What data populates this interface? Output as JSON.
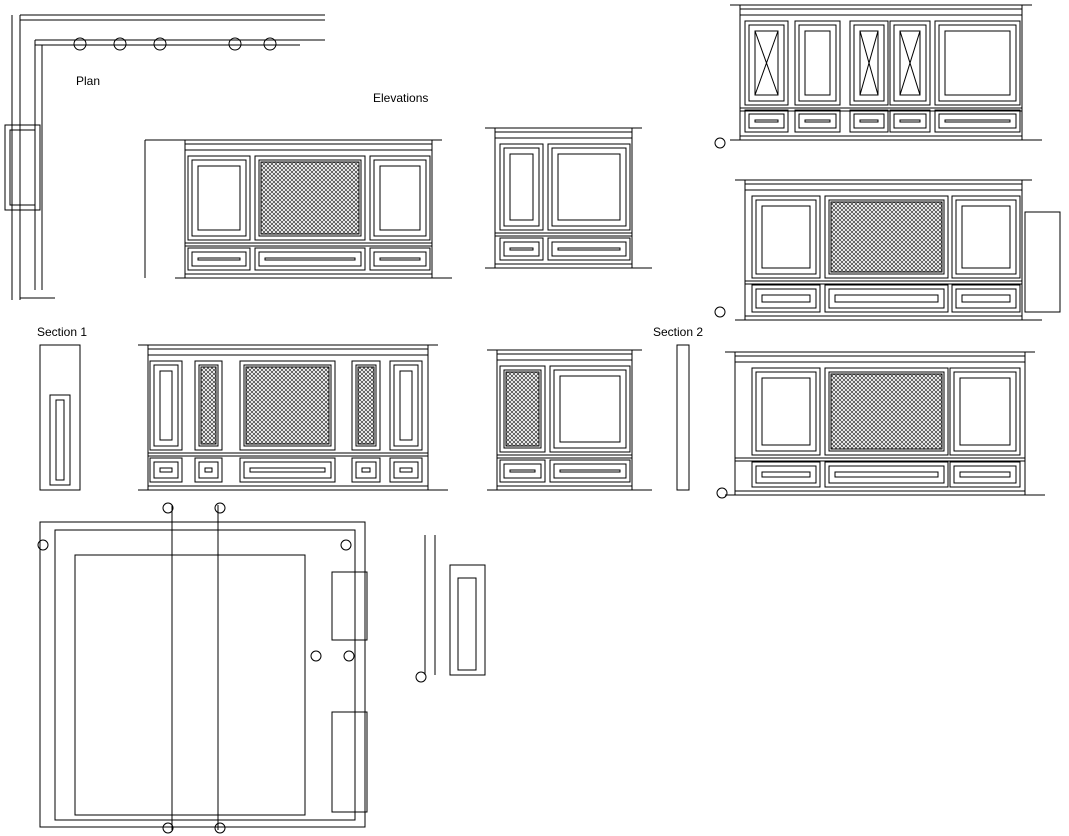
{
  "labels": {
    "plan": "Plan",
    "elevations": "Elevations",
    "section1": "Section 1",
    "section2": "Section 2"
  },
  "colors": {
    "line": "#000000",
    "hatch": "#555555",
    "marker_green": "#3cb043",
    "marker_red": "#cc3333"
  }
}
